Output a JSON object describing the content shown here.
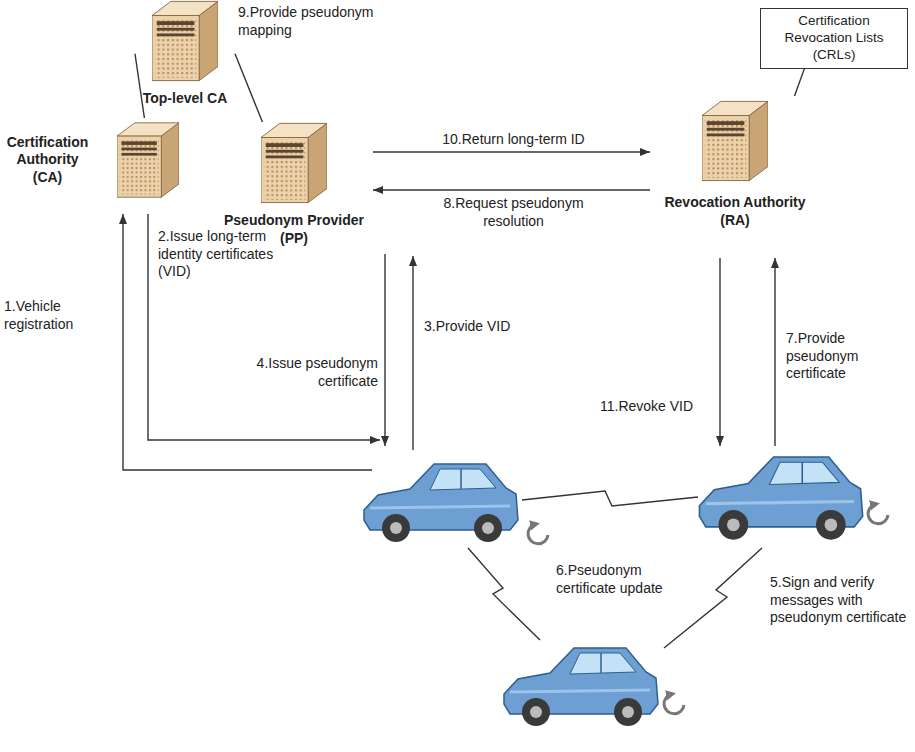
{
  "diagram": {
    "nodes": [
      {
        "text": [
          "Top-level CA"
        ]
      },
      {
        "text": [
          "Certification Authority (CA)"
        ]
      },
      {
        "text": [
          "Pseudonym Provider (PP)"
        ]
      },
      {
        "text": [
          "Revocation Authority (RA)"
        ]
      },
      {
        "text": [
          "Certification Revocation Lists (CRLs)"
        ]
      }
    ],
    "edges": [
      {
        "from": 0,
        "to": 1,
        "arrow": "none"
      },
      {
        "from": 0,
        "to": 2,
        "arrow": "none"
      },
      {
        "from": 2,
        "to": 3,
        "label": "10.Return long-term ID",
        "arrow": "to"
      },
      {
        "from": 3,
        "to": 2,
        "label": "8.Request pseudonym resolution",
        "arrow": "to"
      },
      {
        "from": 3,
        "to": 4,
        "arrow": "none"
      }
    ],
    "labels": [
      "9.Provide pseudonym mapping",
      "1.Vehicle registration",
      "2.Issue long-term identity certificates (VID)",
      "3.Provide VID",
      "4.Issue pseudonym certificate",
      "6.Pseudonym certificate update",
      "11.Revoke VID",
      "7.Provide pseudonym certificate",
      "5.Sign and verify messages with pseudonym certificate"
    ]
  }
}
